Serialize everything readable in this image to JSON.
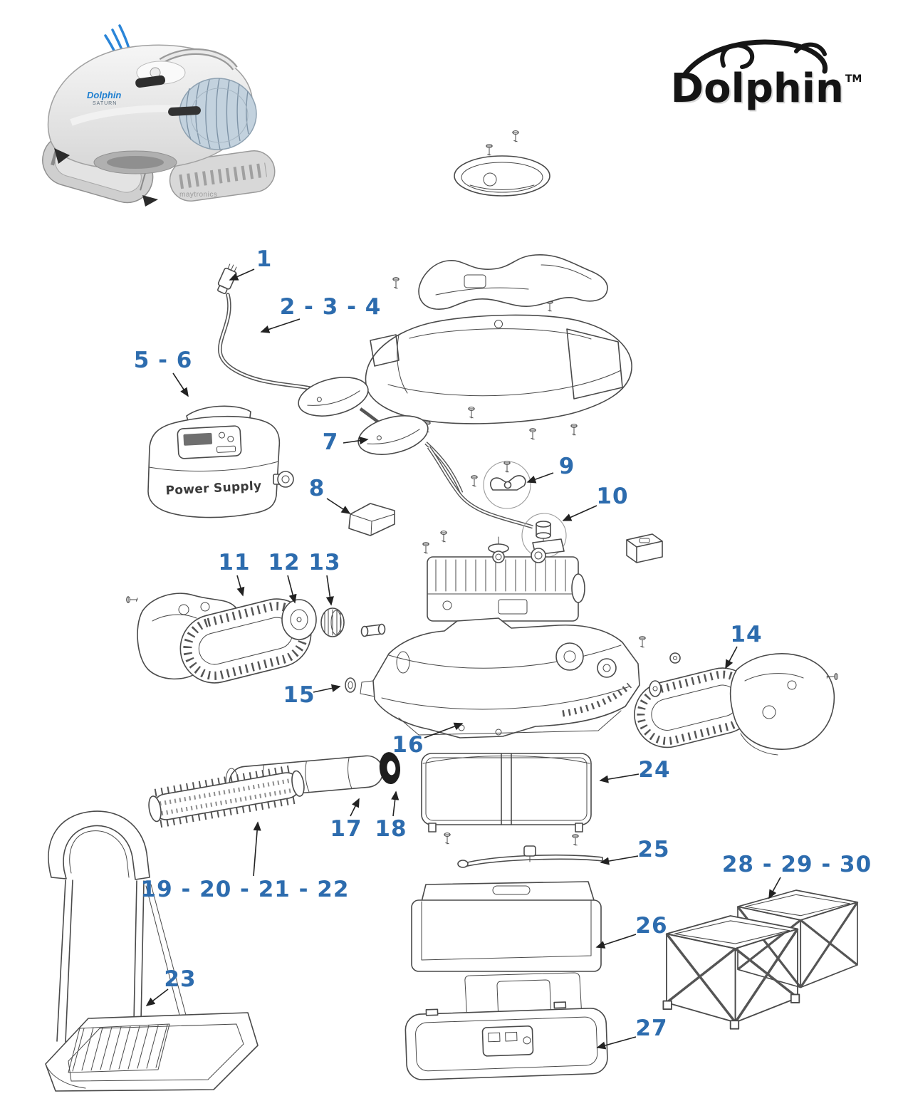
{
  "colors": {
    "callout": "#2d6cae",
    "line_art": "#4a4a4a",
    "logo": "#141414"
  },
  "brand": {
    "logo_text": "Dolphin",
    "trademark": "TM"
  },
  "hero": {
    "model_text": "Dolphin",
    "submodel_text": "SATURN",
    "maker_text": "maytronics"
  },
  "power_supply": {
    "label": "Power Supply"
  },
  "callouts": [
    {
      "id": "1",
      "label": "1"
    },
    {
      "id": "2-3-4",
      "label": "2 - 3 - 4"
    },
    {
      "id": "5-6",
      "label": "5 - 6"
    },
    {
      "id": "7",
      "label": "7"
    },
    {
      "id": "8",
      "label": "8"
    },
    {
      "id": "9",
      "label": "9"
    },
    {
      "id": "10",
      "label": "10"
    },
    {
      "id": "11",
      "label": "11"
    },
    {
      "id": "12",
      "label": "12"
    },
    {
      "id": "13",
      "label": "13"
    },
    {
      "id": "14",
      "label": "14"
    },
    {
      "id": "15",
      "label": "15"
    },
    {
      "id": "16",
      "label": "16"
    },
    {
      "id": "17",
      "label": "17"
    },
    {
      "id": "18",
      "label": "18"
    },
    {
      "id": "19-20-21-22",
      "label": "19 - 20 - 21 - 22"
    },
    {
      "id": "23",
      "label": "23"
    },
    {
      "id": "24",
      "label": "24"
    },
    {
      "id": "25",
      "label": "25"
    },
    {
      "id": "26",
      "label": "26"
    },
    {
      "id": "27",
      "label": "27"
    },
    {
      "id": "28-29-30",
      "label": "28 - 29 - 30"
    }
  ]
}
